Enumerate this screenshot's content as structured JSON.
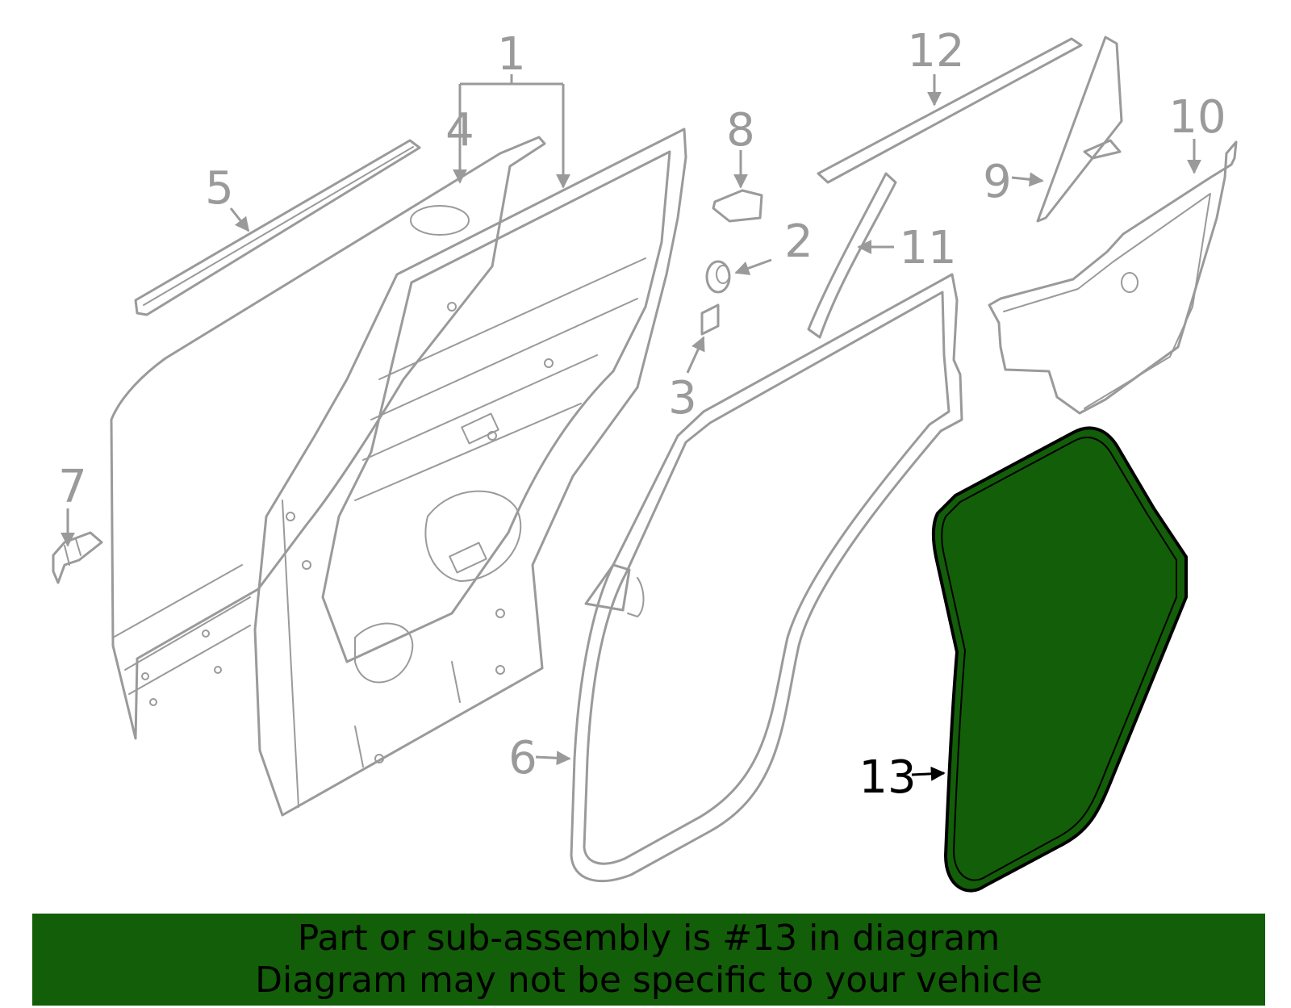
{
  "diagram": {
    "highlight_color": "#135e08",
    "line_color": "#9a9a9a",
    "callouts": {
      "c1": "1",
      "c2": "2",
      "c3": "3",
      "c4": "4",
      "c5": "5",
      "c6": "6",
      "c7": "7",
      "c8": "8",
      "c9": "9",
      "c10": "10",
      "c11": "11",
      "c12": "12",
      "c13": "13"
    }
  },
  "banner": {
    "line1": "Part or sub-assembly is #13 in diagram",
    "line2": "Diagram may not be specific to your vehicle"
  }
}
